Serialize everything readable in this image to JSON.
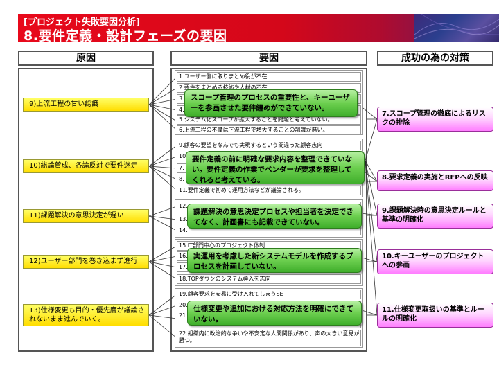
{
  "header": {
    "subtitle": "[プロジェクト失敗要因分析]",
    "title": "8.要件定義・設計フェーズの要因"
  },
  "columns": {
    "cause": "原因",
    "factor": "要因",
    "measure": "成功の為の対策"
  },
  "causes": [
    "9)上流工程の甘い認識",
    "10)総論賛成、各論反対で要件迷走",
    "11)課題解決の意思決定が遅い",
    "12)ユーザー部門を巻き込まず進行",
    "13)仕様変更も目的・優先度が議論されないまま進んでいく。"
  ],
  "factors": [
    "1.ユーザー側に取りまとめ役が不在",
    "2.要件をまとめる技術や人材の不在",
    "3.",
    "4.",
    "5.システム化スコープが拡大することを問題と考えていない。",
    "6.上流工程の不備は下流工程で増大することの認識が無い。",
    "9.顧客の要望をなんでも実現するという間違った顧客志向",
    "10.",
    "7.",
    "8.",
    "11.要件定義で初めて運用方法などが議論される。",
    "12.",
    "13.",
    "14.",
    "15.IT部門中心のプロジェクト体制",
    "16.",
    "17.",
    "18.TOPダウンのシステム導入を志向",
    "19.顧客要求を安易に受け入れてしまうSE",
    "20.",
    "21.",
    "22.組織内に政治的な争いや不安定な人間関係があり、声の大きい意見が勝つ。"
  ],
  "callouts": [
    "スコープ管理のプロセスの重要性と、キーユーザーを参画させた要件纏めができていない。",
    "要件定義の前に明確な要求内容を整理できていない。要件定義の作業でベンダーが要求を整理してくれると考えている。",
    "課題解決の意思決定プロセスや担当者を決定できてなく、計画書にも記載できていない。",
    "実運用を考慮した新システムモデルを作成するプロセスを計画していない。",
    "仕様変更や追加における対応方法を明確にできていない。"
  ],
  "measures": [
    "7.スコープ管理の徹底によるリスクの排除",
    "8.要求定義の実施とRFPへの反映",
    "9.課題解決時の意思決定ルールと基準の明確化",
    "10.キーユーザーのプロジェクトへの参画",
    "11.仕様変更取扱いの基準とルールの明確化"
  ],
  "colors": {
    "header_red": "#e8091b",
    "cause_yellow": "#ffdd00",
    "callout_green": "#3fae2b",
    "measure_pink": "#ff7dff",
    "connector": "#333333"
  }
}
